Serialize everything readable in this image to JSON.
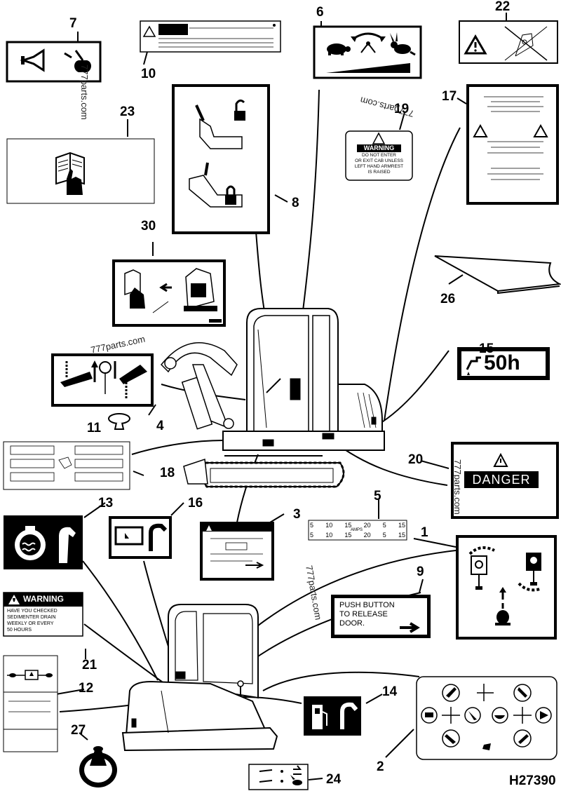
{
  "callouts": [
    "1",
    "2",
    "3",
    "4",
    "5",
    "6",
    "7",
    "8",
    "9",
    "10",
    "11",
    "12",
    "13",
    "14",
    "15",
    "16",
    "17",
    "18",
    "19",
    "20",
    "21",
    "22",
    "23",
    "24",
    "26",
    "27",
    "30"
  ],
  "drawing_number": "H27390",
  "watermark": "777parts.com",
  "decal_19": {
    "heading": "WARNING",
    "lines": [
      "DO NOT ENTER",
      "OR EXIT CAB UNLESS",
      "LEFT HAND  ARMREST",
      "IS RAISED"
    ]
  },
  "decal_15": {
    "text": "50h"
  },
  "decal_20": {
    "text": "DANGER"
  },
  "decal_21": {
    "heading": "WARNING",
    "lines": [
      "HAVE YOU CHECKED",
      "SEDIMENTER DRAIN",
      "WEEKLY OR EVERY",
      "50 HOURS"
    ]
  },
  "decal_9": {
    "lines": [
      "PUSH BUTTON",
      "TO RELEASE",
      "DOOR."
    ]
  },
  "decal_5": {
    "top_row": [
      "5",
      "10",
      "15",
      "20",
      "5",
      "15"
    ],
    "unit": "AMPS",
    "bottom_row": [
      "5",
      "10",
      "15",
      "20",
      "5",
      "15"
    ]
  },
  "colors": {
    "ink": "#000000",
    "paper": "#ffffff"
  },
  "icons": [
    "horn-icon",
    "warning-triangle-icon",
    "tortoise-icon",
    "hare-icon",
    "unlocked-padlock-icon",
    "locked-padlock-icon",
    "manual-book-icon",
    "fuel-pump-icon",
    "engine-coolant-icon",
    "hand-icon",
    "joystick-icon"
  ]
}
